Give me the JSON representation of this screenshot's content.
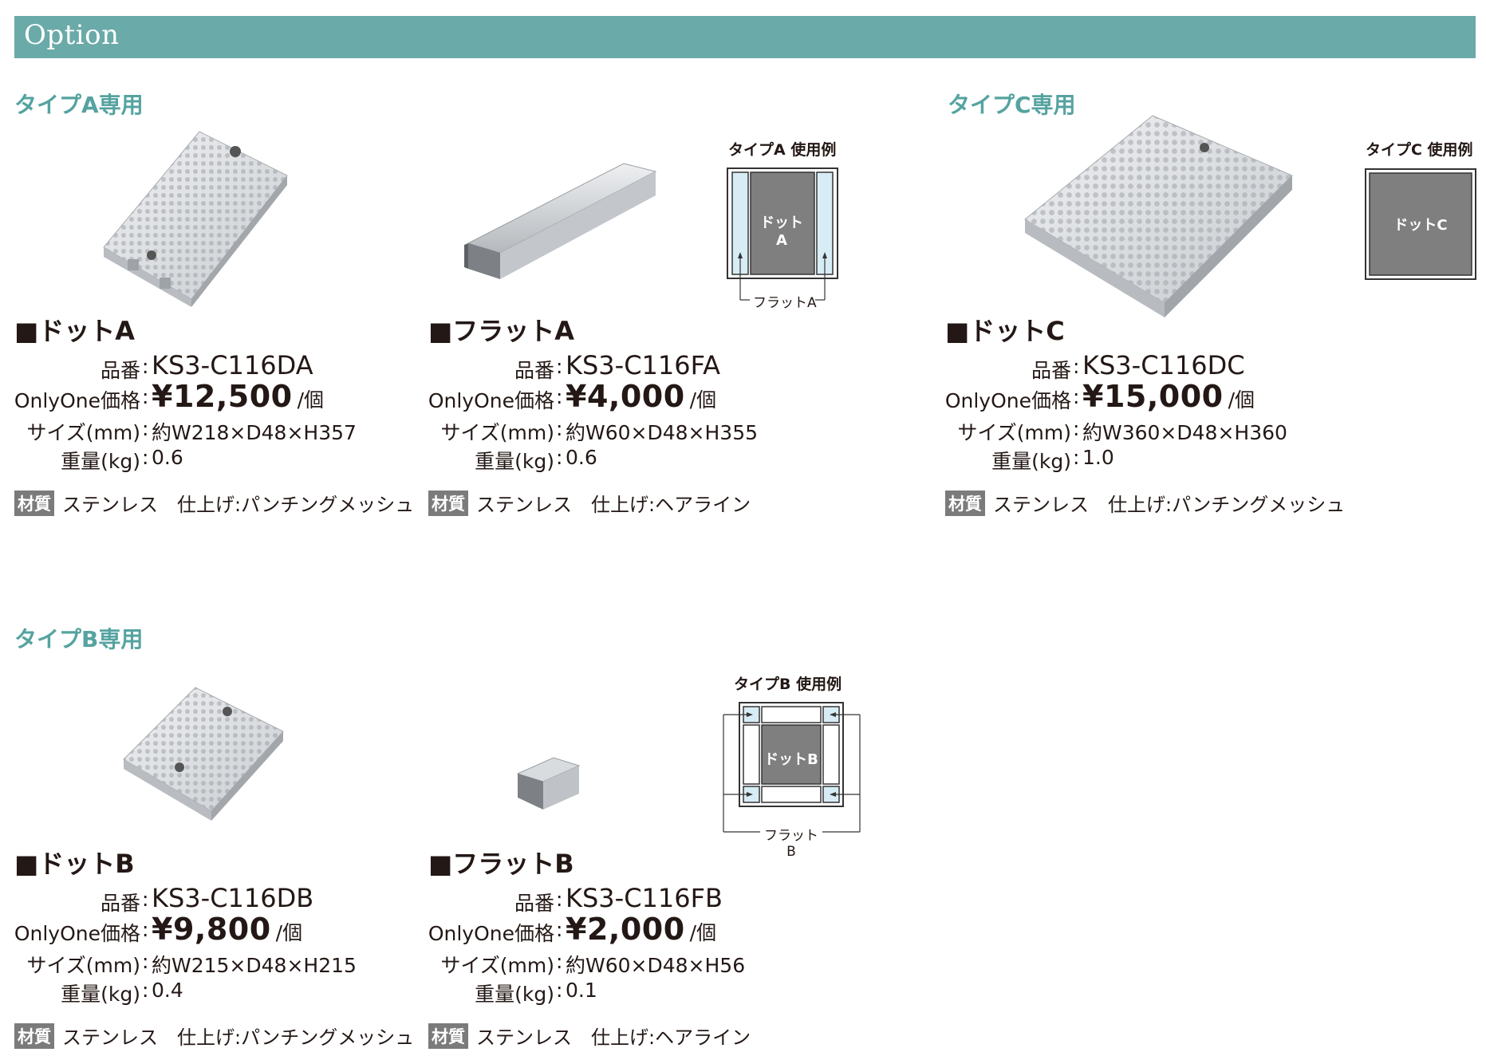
{
  "header": {
    "title": "Option"
  },
  "sections": {
    "a": {
      "heading": "タイプA専用"
    },
    "c": {
      "heading": "タイプC専用"
    },
    "b": {
      "heading": "タイプB専用"
    }
  },
  "labels": {
    "code": "品番",
    "price": "OnlyOne価格",
    "size": "サイズ(mm)",
    "weight": "重量(kg)",
    "sep": ":",
    "unit": "/個",
    "material_badge": "材質"
  },
  "products": {
    "dot_a": {
      "name": "■ドットA",
      "code": "KS3-C116DA",
      "price": "¥12,500",
      "size": "約W218×D48×H357",
      "weight": "0.6",
      "material": "ステンレス　仕上げ:パンチングメッシュ"
    },
    "flat_a": {
      "name": "■フラットA",
      "code": "KS3-C116FA",
      "price": "¥4,000",
      "size": "約W60×D48×H355",
      "weight": "0.6",
      "material": "ステンレス　仕上げ:ヘアライン"
    },
    "dot_c": {
      "name": "■ドットC",
      "code": "KS3-C116DC",
      "price": "¥15,000",
      "size": "約W360×D48×H360",
      "weight": "1.0",
      "material": "ステンレス　仕上げ:パンチングメッシュ"
    },
    "dot_b": {
      "name": "■ドットB",
      "code": "KS3-C116DB",
      "price": "¥9,800",
      "size": "約W215×D48×H215",
      "weight": "0.4",
      "material": "ステンレス　仕上げ:パンチングメッシュ"
    },
    "flat_b": {
      "name": "■フラットB",
      "code": "KS3-C116FB",
      "price": "¥2,000",
      "size": "約W60×D48×H56",
      "weight": "0.1",
      "material": "ステンレス　仕上げ:ヘアライン"
    }
  },
  "diagrams": {
    "a": {
      "caption": "タイプA 使用例",
      "center": "ドットA",
      "bottom": "フラットA"
    },
    "c": {
      "caption": "タイプC 使用例",
      "center": "ドットC"
    },
    "b": {
      "caption": "タイプB 使用例",
      "center": "ドットB",
      "bottom": "フラットB"
    }
  },
  "colors": {
    "header": "#6aaaa8",
    "heading": "#55a3a0",
    "diagram_fill": "#7f7f7f",
    "diagram_light": "#d7ecf5",
    "badge": "#7b7b7b"
  }
}
